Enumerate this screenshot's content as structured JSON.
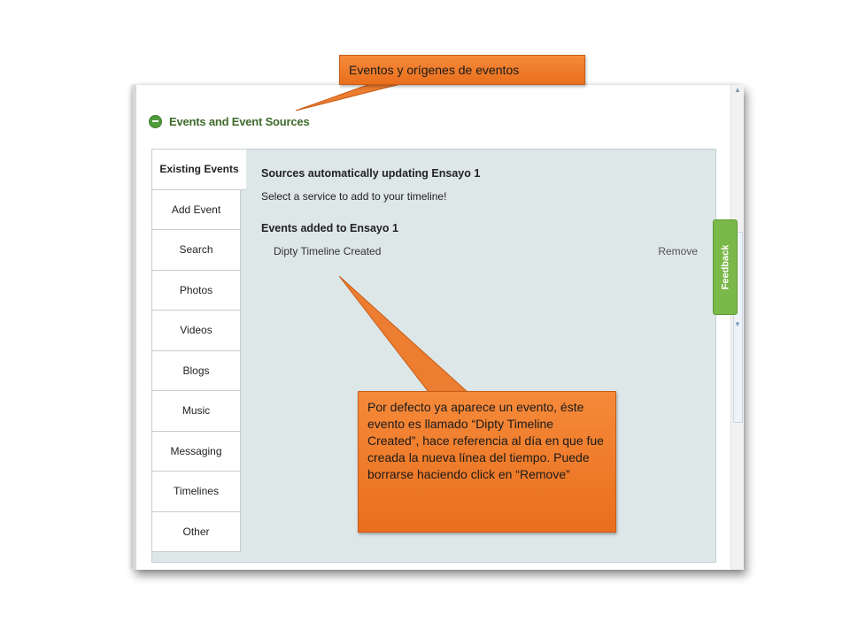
{
  "section": {
    "title": "Events and Event Sources"
  },
  "tabs": [
    {
      "label": "Existing Events",
      "active": true
    },
    {
      "label": "Add Event"
    },
    {
      "label": "Search"
    },
    {
      "label": "Photos"
    },
    {
      "label": "Videos"
    },
    {
      "label": "Blogs"
    },
    {
      "label": "Music"
    },
    {
      "label": "Messaging"
    },
    {
      "label": "Timelines"
    },
    {
      "label": "Other"
    }
  ],
  "content": {
    "sources_heading": "Sources automatically updating Ensayo 1",
    "select_service": "Select a service to add to your timeline!",
    "events_heading": "Events added to Ensayo 1",
    "event_name": "Dipty Timeline Created",
    "remove_label": "Remove"
  },
  "feedback": {
    "label": "Feedback"
  },
  "callouts": {
    "top": "Eventos y orígenes de eventos",
    "bottom": "Por defecto ya aparece un evento, éste evento es llamado “Dipty Timeline Created”, hace referencia al día en que fue creada la nueva línea del tiempo. Puede borrarse haciendo click en “Remove”"
  },
  "colors": {
    "callout": "#ed7d31",
    "panel": "#dde7e8",
    "accent_green": "#7ab84a",
    "title_green": "#3e6b2c"
  }
}
